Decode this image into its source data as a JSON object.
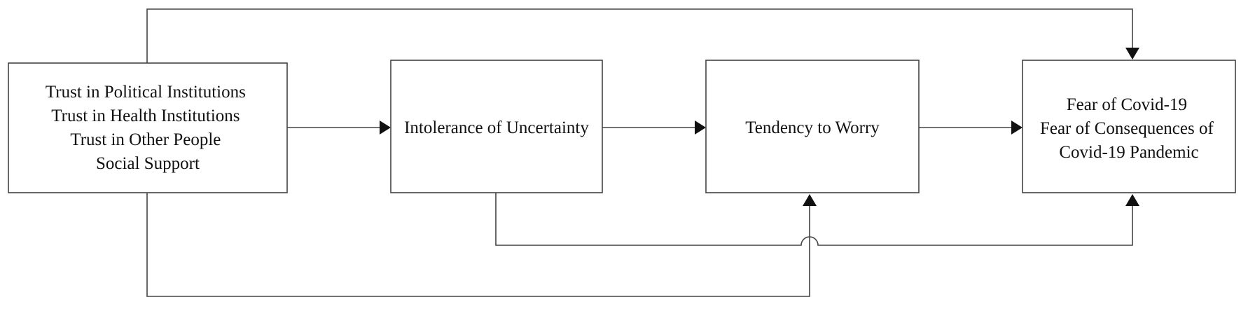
{
  "nodes": [
    {
      "id": "trust",
      "lines": [
        "Trust in Political Institutions",
        "Trust in Health Institutions",
        "Trust in Other People",
        "Social Support"
      ]
    },
    {
      "id": "intolerance",
      "lines": [
        "Intolerance of Uncertainty"
      ]
    },
    {
      "id": "worry",
      "lines": [
        "Tendency to Worry"
      ]
    },
    {
      "id": "fear",
      "lines": [
        "Fear of Covid-19",
        "Fear of Consequences of",
        "Covid-19 Pandemic"
      ]
    }
  ],
  "edges": [
    {
      "from": "trust",
      "to": "intolerance"
    },
    {
      "from": "intolerance",
      "to": "worry"
    },
    {
      "from": "worry",
      "to": "fear"
    },
    {
      "from": "trust",
      "to": "fear"
    },
    {
      "from": "intolerance",
      "to": "fear"
    },
    {
      "from": "trust",
      "to": "worry"
    }
  ]
}
